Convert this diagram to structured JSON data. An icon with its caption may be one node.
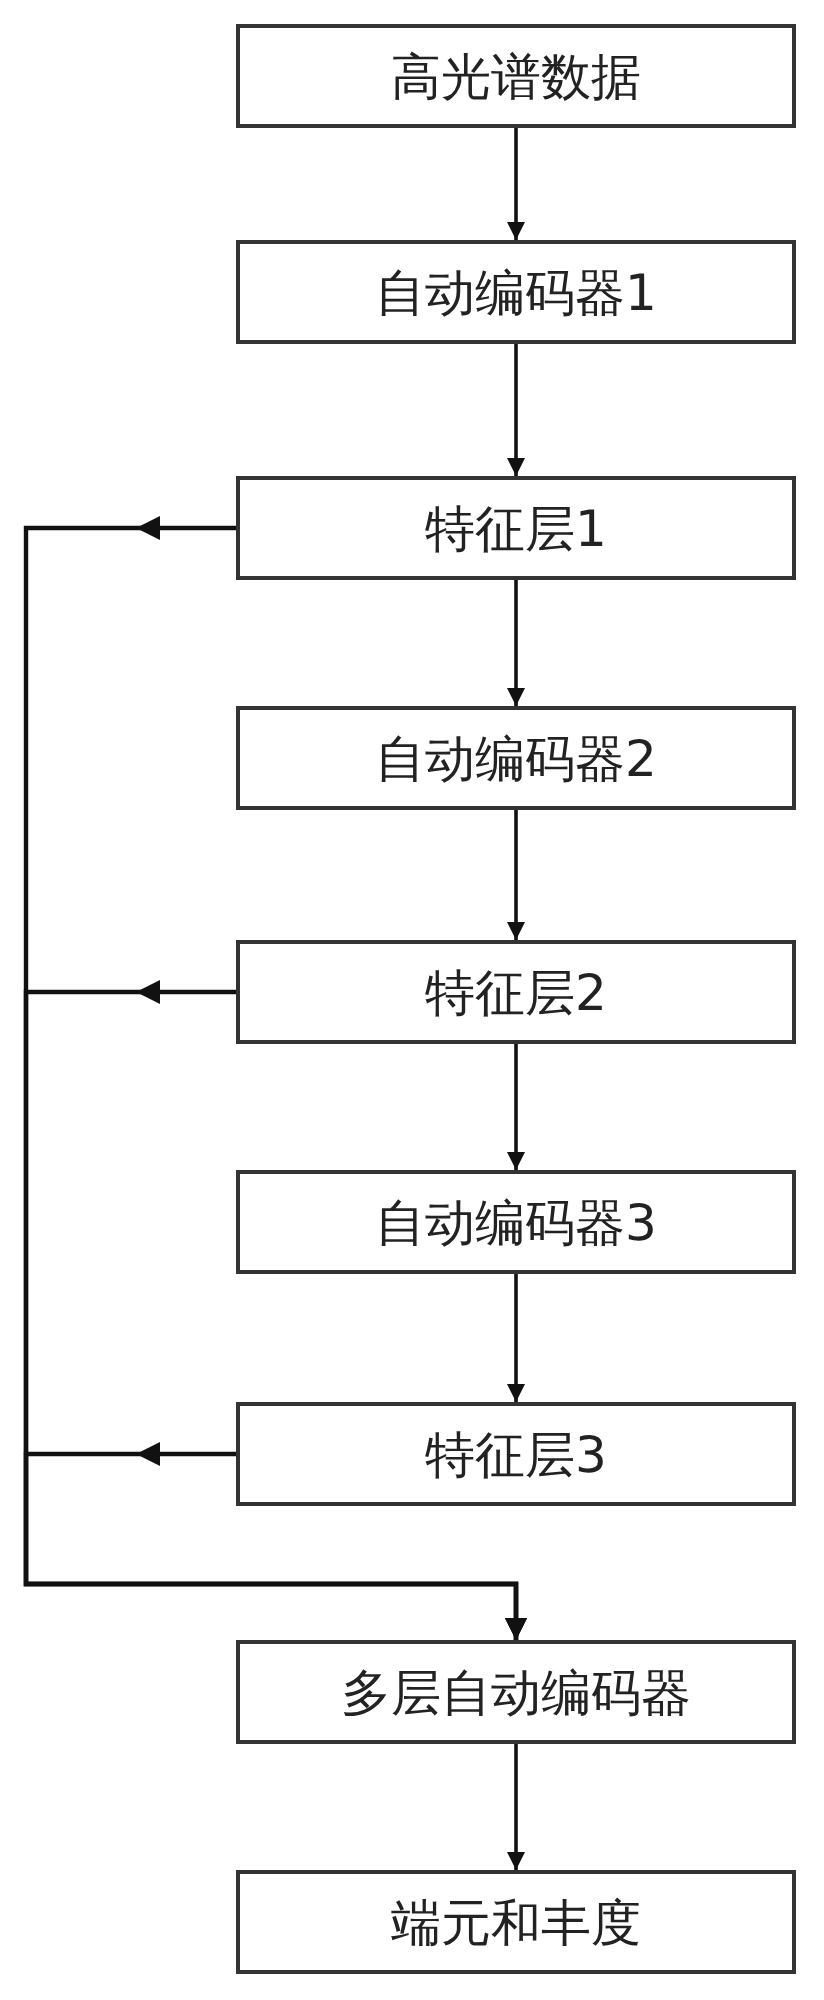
{
  "diagram": {
    "nodes": [
      {
        "text": [
          "高光谱数据"
        ]
      },
      {
        "text": [
          "自动编码器1"
        ]
      },
      {
        "text": [
          "特征层1"
        ]
      },
      {
        "text": [
          "自动编码器2"
        ]
      },
      {
        "text": [
          "特征层2"
        ]
      },
      {
        "text": [
          "自动编码器3"
        ]
      },
      {
        "text": [
          "特征层3"
        ]
      },
      {
        "text": [
          "多层自动编码器"
        ]
      },
      {
        "text": [
          "端元和丰度"
        ]
      }
    ],
    "edges": [
      {
        "from": 0,
        "to": 1,
        "arrow": "to"
      },
      {
        "from": 1,
        "to": 2,
        "arrow": "to"
      },
      {
        "from": 2,
        "to": 3,
        "arrow": "to"
      },
      {
        "from": 3,
        "to": 4,
        "arrow": "to"
      },
      {
        "from": 4,
        "to": 5,
        "arrow": "to"
      },
      {
        "from": 5,
        "to": 6,
        "arrow": "to"
      },
      {
        "from": 2,
        "to": 7,
        "arrow": "to"
      },
      {
        "from": 4,
        "to": 7,
        "arrow": "to"
      },
      {
        "from": 6,
        "to": 7,
        "arrow": "to"
      },
      {
        "from": 7,
        "to": 8,
        "arrow": "to"
      }
    ]
  }
}
